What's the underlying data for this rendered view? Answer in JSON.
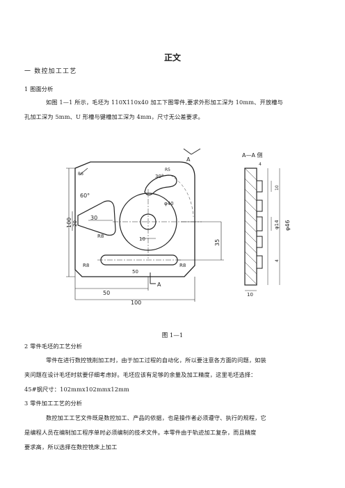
{
  "doc": {
    "title": "正文",
    "section1_heading": "一  数控加工工艺",
    "sub1_heading": "1  图面分析",
    "para1_line1": "如图 1—1 所示，毛坯为 110X110x40 加工下图零件,要求外形加工深为 10mm、开放槽与",
    "para1_line2": "孔加工深为 5mm、U 形槽与键槽加工深为 4mm，尺寸无公差要求。",
    "figure_caption": "图 1—1",
    "sub2_heading": "2  零件毛坯的工艺分析",
    "para2_line1": "零件在进行数控铣削加工时，由于加工过程的自动化，所以要注意各方面的问题，如装",
    "para2_line2": "夹问题在设计毛坯时就要仔细考虑好。毛坯应该有足够的余量及加工精度，这里毛坯选择：",
    "para2_line3": "45#钢尺寸：102mmx102mmx12mm",
    "sub3_heading": "3  零件加工工艺的分析",
    "para3_line1": "数控加工工艺文件既是数控加工、产品的依据，也是操作者必须遵守、执行的规程，它",
    "para3_line2": "是编程人员在编制加工程序单时必须编制的技术文件。本零件由于轨迹加工复杂，而且精度",
    "para3_line3": "要求高，所以选择在数控铣床上加工"
  },
  "drawing": {
    "section_label": "A—A 侧",
    "cut_marker": "A",
    "dim_r6_top": "R6",
    "dim_60deg": "60°",
    "dim_30deg": "30°",
    "dim_r5": "R5",
    "dim_phi40": "φ40",
    "dim_r8_a": "R8",
    "dim_r8_b": "R8",
    "dim_r8_c": "R8",
    "dim_30": "30",
    "dim_10": "10",
    "dim_100_left": "100",
    "dim_20": "20",
    "dim_35": "35",
    "dim_50_slot": "50",
    "dim_50_bottom": "50",
    "dim_100_bottom": "100",
    "side_4_top": "4",
    "side_10": "10",
    "side_phi14": "φ14",
    "side_phi46": "φ46",
    "side_4_bottom": "4",
    "side_10_bottom": "10"
  }
}
